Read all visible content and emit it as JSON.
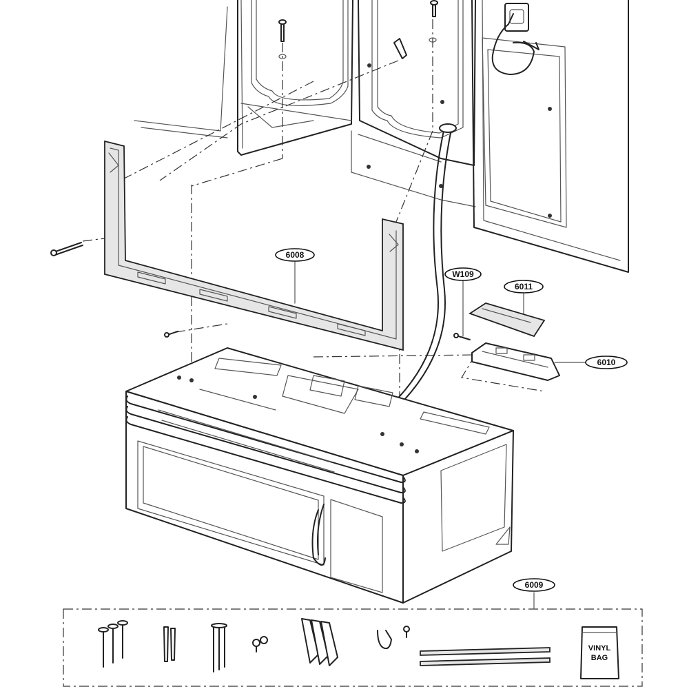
{
  "callouts": {
    "frame": "6008",
    "cover": "6011",
    "wire_screw": "W109",
    "duct_adapter": "6010",
    "parts_kit": "6009"
  },
  "vinyl_bag": {
    "line1": "VINYL",
    "line2": "BAG"
  }
}
